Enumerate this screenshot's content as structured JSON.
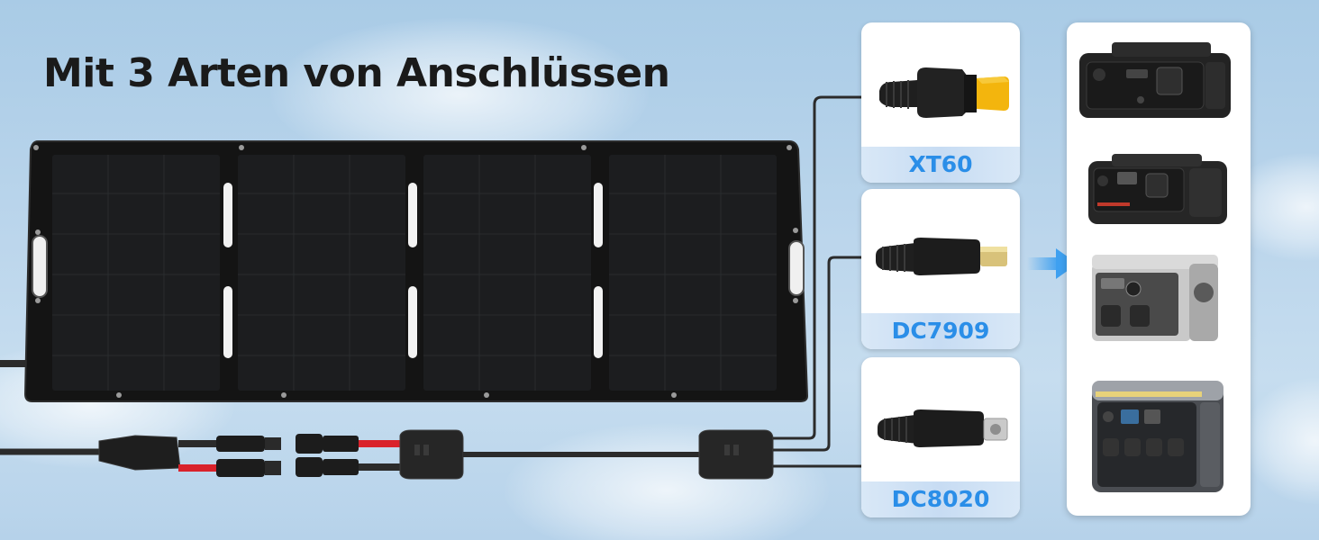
{
  "title": "Mit 3 Arten von Anschlüssen",
  "connectors": [
    {
      "label": "XT60",
      "icon": "xt60-connector-icon"
    },
    {
      "label": "DC7909",
      "icon": "dc7909-connector-icon"
    },
    {
      "label": "DC8020",
      "icon": "dc8020-connector-icon"
    }
  ],
  "power_stations": [
    {
      "icon": "power-station-1-image"
    },
    {
      "icon": "power-station-2-image"
    },
    {
      "icon": "power-station-3-image"
    },
    {
      "icon": "power-station-4-image"
    }
  ],
  "colors": {
    "label_text": "#2a8ee8",
    "label_bg": "#d3e5f7",
    "arrow": "#3ea0f0",
    "panel": "#161616",
    "cable": "#2b2b2b",
    "cable_red": "#d9222b"
  }
}
